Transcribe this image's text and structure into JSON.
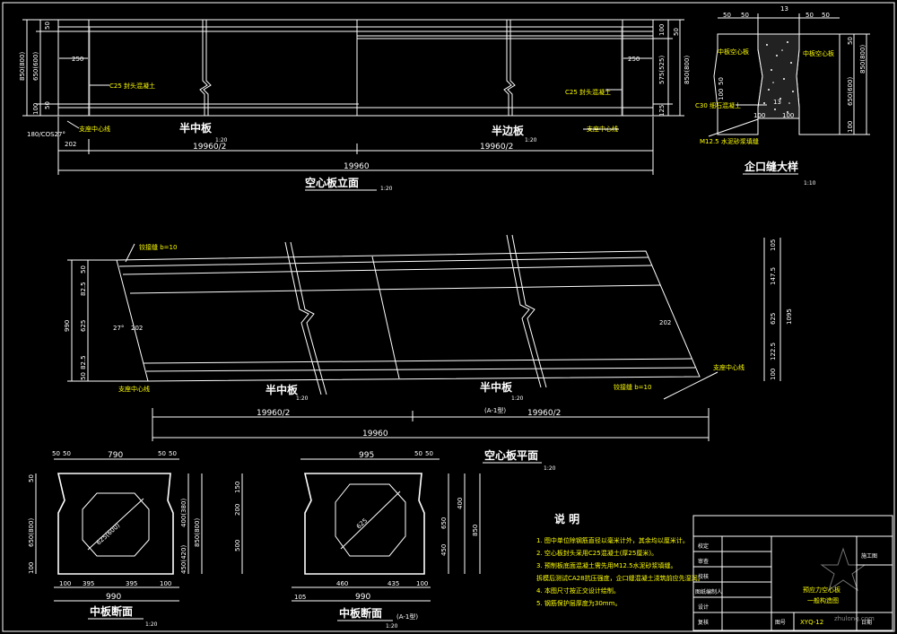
{
  "elevation": {
    "title": "空心板立面",
    "scale": "1:20",
    "half_middle_label": "半中板",
    "half_middle_scale": "1:20",
    "half_edge_label": "半边板",
    "half_edge_scale": "1:20",
    "total_length": "19960",
    "half_length_left": "19960/2",
    "half_length_right": "19960/2",
    "left_offset": "202",
    "left_heights": [
      "50",
      "850(800)",
      "650(600)",
      "100",
      "50"
    ],
    "right_heights": [
      "100",
      "575(525)",
      "125",
      "50",
      "850(800)"
    ],
    "end_dim_left": "250",
    "end_dim_right": "250",
    "seal_left": "C25 封头混凝土",
    "seal_right": "C25 封头混凝土",
    "bearing_left": "支座中心线",
    "bearing_right": "支座中心线",
    "slope_note": "180/COS27°"
  },
  "joint": {
    "title": "企口缝大样",
    "scale": "1:10",
    "left_label": "中板空心板",
    "right_label": "中板空心板",
    "concrete_label": "C30 细石混凝土",
    "mortar_label": "M12.5 水泥砂浆填缝",
    "top_dims": [
      "50",
      "50",
      "13",
      "50",
      "50"
    ],
    "bottom_dims": [
      "100",
      "100",
      "13"
    ],
    "right_heights": [
      "50",
      "650(600)",
      "100",
      "850(800)"
    ],
    "left_heights": [
      "100",
      "50"
    ]
  },
  "plan": {
    "title": "空心板平面",
    "scale": "1:20",
    "half_left_label": "半中板",
    "half_left_scale": "1:20",
    "half_right_label": "半中板",
    "half_right_scale": "1:20",
    "type_label": "(A-1型)",
    "total_length": "19960",
    "half_left": "19960/2",
    "half_right": "19960/2",
    "angle": "27°",
    "offset_left": "202",
    "offset_right": "202",
    "width": "990",
    "width_right": "1095",
    "left_dims": [
      "50",
      "82.5",
      "625",
      "82.5",
      "50"
    ],
    "right_dims": [
      "105",
      "147.5",
      "625",
      "122.5",
      "100"
    ],
    "bearing_left": "支座中心线",
    "bearing_right": "支座中心线",
    "seam_left": "铰接缝 b=10",
    "seam_right": "铰接缝 b=10"
  },
  "section_a": {
    "title": "中板断面",
    "scale": "1:20",
    "top_width": "790",
    "top_offsets": [
      "50",
      "50",
      "50",
      "50"
    ],
    "bottom_width": "990",
    "bottom_dims": [
      "100",
      "395",
      "395",
      "100"
    ],
    "hole": "625(600)",
    "heights": [
      "50",
      "650(800)",
      "100",
      "50"
    ],
    "right_heights": [
      "450(420)",
      "400(380)",
      "850(800)"
    ]
  },
  "section_b": {
    "title": "中板断面",
    "type_label": "(A-1型)",
    "scale": "1:20",
    "top_width": "995",
    "top_offsets": [
      "50",
      "50"
    ],
    "bottom_width": "990",
    "bottom_dims": [
      "105",
      "460",
      "435",
      "100"
    ],
    "hole": "625",
    "left_heights": [
      "150",
      "200",
      "500"
    ],
    "right_heights": [
      "650",
      "450",
      "400",
      "850"
    ]
  },
  "notes": {
    "title": "说 明",
    "items": [
      "1. 图中单位除钢筋直径以毫米计外，其余均以厘米计。",
      "2. 空心板封头采用C25混凝土(厚25厘米)。",
      "3. 预制板底面混凝土需先用M12.5水泥砂浆填缝。",
      "   拆模后测试CA28抗压强度，企口缝混凝土浇筑前应先湿润。",
      "4. 本图尺寸按正交设计绘制。",
      "5. 钢筋保护层厚度为30mm。"
    ]
  },
  "titleblock": {
    "rows": [
      "校定",
      "审查",
      "校核",
      "图纸编制人",
      "设计",
      "复核"
    ],
    "stage": "施工图",
    "drawing_title_1": "预应力空心板",
    "drawing_title_2": "一般构造图",
    "drawing_no_label": "图号",
    "drawing_no": "XYQ-12",
    "date_label": "日期"
  },
  "watermark": "zhulong.com"
}
